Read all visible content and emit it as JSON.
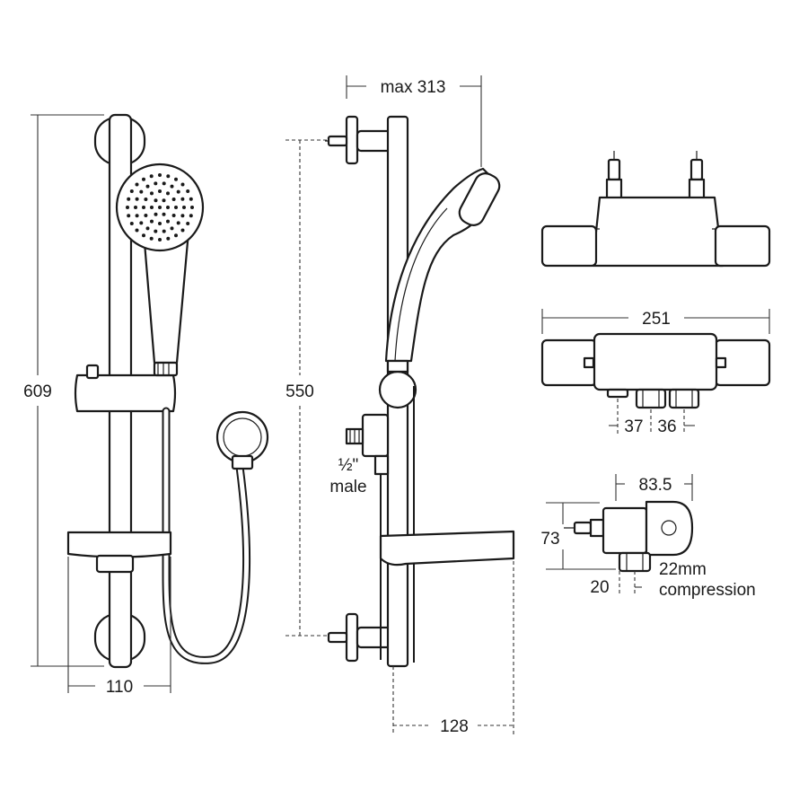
{
  "dimensions": {
    "front_height": "609",
    "front_width": "110",
    "side_max_reach": "max 313",
    "side_rail_height": "550",
    "side_depth": "128",
    "inlet_size_frac": "½\"",
    "inlet_type": "male",
    "valve_width": "251",
    "outlet_spacing_left": "37",
    "outlet_spacing_right": "36",
    "valve_depth": "83.5",
    "valve_height": "73",
    "outlet_offset": "20",
    "connection_size": "22mm",
    "connection_type": "compression"
  },
  "colors": {
    "line": "#1a1a1a",
    "background": "#ffffff"
  }
}
